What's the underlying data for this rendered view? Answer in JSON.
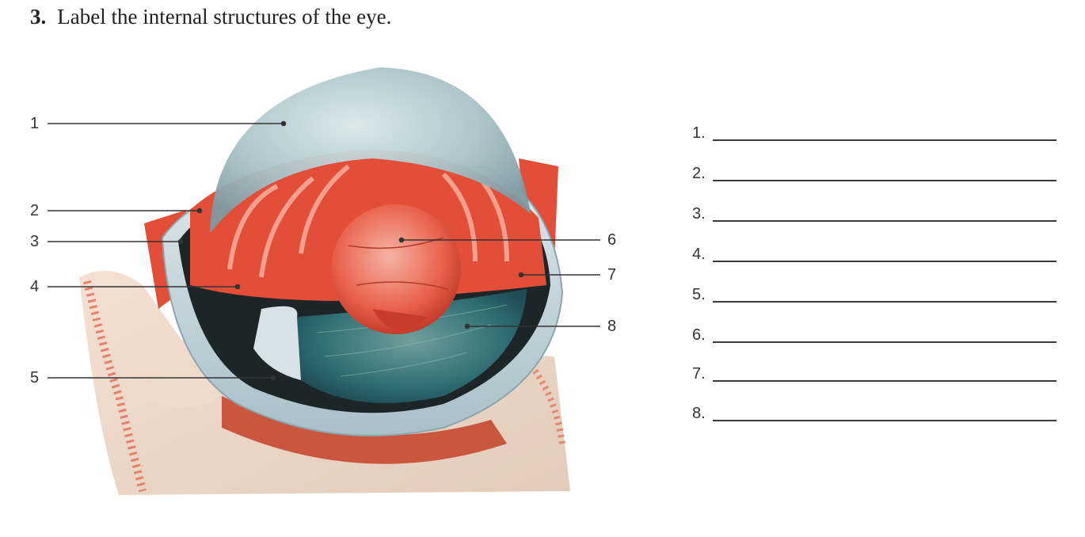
{
  "question": {
    "number": "3.",
    "text": "Label the internal structures of the eye."
  },
  "figure": {
    "callouts": [
      {
        "number": "1",
        "side": "left"
      },
      {
        "number": "2",
        "side": "left"
      },
      {
        "number": "3",
        "side": "left"
      },
      {
        "number": "4",
        "side": "left"
      },
      {
        "number": "5",
        "side": "left"
      },
      {
        "number": "6",
        "side": "right"
      },
      {
        "number": "7",
        "side": "right"
      },
      {
        "number": "8",
        "side": "right"
      }
    ]
  },
  "answers": [
    {
      "number": "1.",
      "value": ""
    },
    {
      "number": "2.",
      "value": ""
    },
    {
      "number": "3.",
      "value": ""
    },
    {
      "number": "4.",
      "value": ""
    },
    {
      "number": "5.",
      "value": ""
    },
    {
      "number": "6.",
      "value": ""
    },
    {
      "number": "7.",
      "value": ""
    },
    {
      "number": "8.",
      "value": ""
    }
  ]
}
